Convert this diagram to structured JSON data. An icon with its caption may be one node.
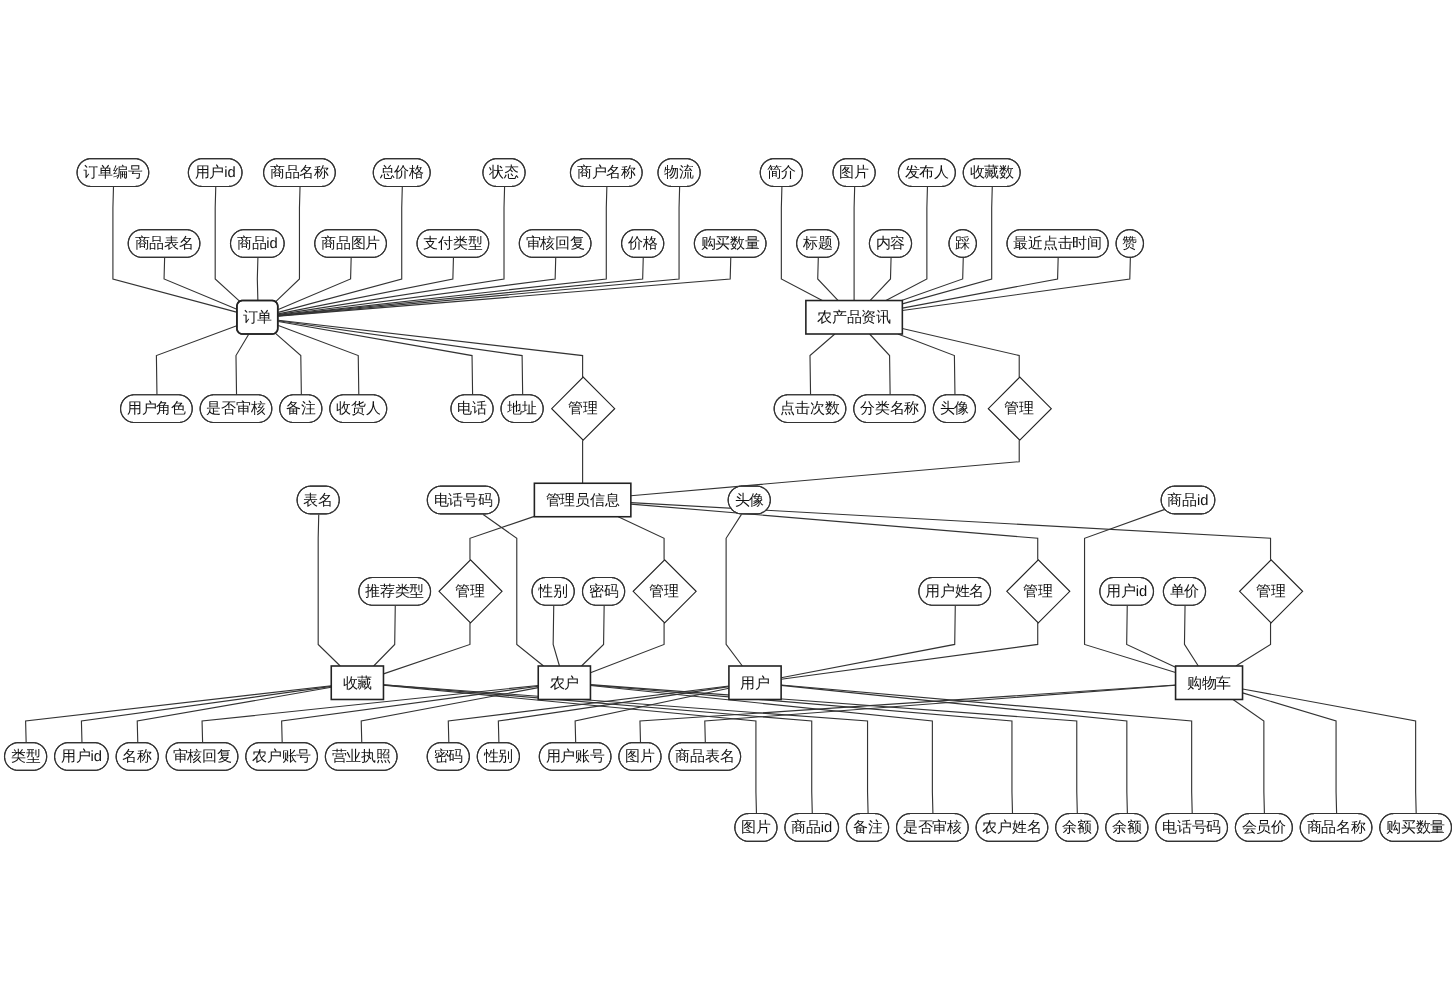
{
  "diagram": {
    "nodes": [
      {
        "text": [
          "订单"
        ]
      },
      {
        "text": [
          "订单编号"
        ]
      },
      {
        "text": [
          "商品表名"
        ]
      },
      {
        "text": [
          "用户id"
        ]
      },
      {
        "text": [
          "商品id"
        ]
      },
      {
        "text": [
          "商品名称"
        ]
      },
      {
        "text": [
          "商品图片"
        ]
      },
      {
        "text": [
          "总价格"
        ]
      },
      {
        "text": [
          "支付类型"
        ]
      },
      {
        "text": [
          "状态"
        ]
      },
      {
        "text": [
          "审核回复"
        ]
      },
      {
        "text": [
          "用户角色"
        ]
      },
      {
        "text": [
          "是否审核"
        ]
      },
      {
        "text": [
          "备注"
        ]
      },
      {
        "text": [
          "收货人"
        ]
      },
      {
        "text": [
          "电话"
        ]
      },
      {
        "text": [
          "地址"
        ]
      },
      {
        "text": [
          "商户名称"
        ]
      },
      {
        "text": [
          "价格"
        ]
      },
      {
        "text": [
          "物流"
        ]
      },
      {
        "text": [
          "购买数量"
        ]
      },
      {
        "text": [
          "管理"
        ]
      },
      {
        "text": [
          "收藏"
        ]
      },
      {
        "text": [
          "表名"
        ]
      },
      {
        "text": [
          "推荐类型"
        ]
      },
      {
        "text": [
          "类型"
        ]
      },
      {
        "text": [
          "图片"
        ]
      },
      {
        "text": [
          "用户id"
        ]
      },
      {
        "text": [
          "商品id"
        ]
      },
      {
        "text": [
          "名称"
        ]
      },
      {
        "text": [
          "备注"
        ]
      },
      {
        "text": [
          "管理"
        ]
      },
      {
        "text": [
          "农户"
        ]
      },
      {
        "text": [
          "电话号码"
        ]
      },
      {
        "text": [
          "性别"
        ]
      },
      {
        "text": [
          "密码"
        ]
      },
      {
        "text": [
          "审核回复"
        ]
      },
      {
        "text": [
          "是否审核"
        ]
      },
      {
        "text": [
          "农户账号"
        ]
      },
      {
        "text": [
          "农户姓名"
        ]
      },
      {
        "text": [
          "营业执照"
        ]
      },
      {
        "text": [
          "余额"
        ]
      },
      {
        "text": [
          "管理"
        ]
      },
      {
        "text": [
          "管理员信息"
        ]
      },
      {
        "text": [
          "用户"
        ]
      },
      {
        "text": [
          "头像"
        ]
      },
      {
        "text": [
          "用户姓名"
        ]
      },
      {
        "text": [
          "密码"
        ]
      },
      {
        "text": [
          "余额"
        ]
      },
      {
        "text": [
          "性别"
        ]
      },
      {
        "text": [
          "电话号码"
        ]
      },
      {
        "text": [
          "用户账号"
        ]
      },
      {
        "text": [
          "管理"
        ]
      },
      {
        "text": [
          "购物车"
        ]
      },
      {
        "text": [
          "商品id"
        ]
      },
      {
        "text": [
          "用户id"
        ]
      },
      {
        "text": [
          "单价"
        ]
      },
      {
        "text": [
          "会员价"
        ]
      },
      {
        "text": [
          "图片"
        ]
      },
      {
        "text": [
          "商品名称"
        ]
      },
      {
        "text": [
          "商品表名"
        ]
      },
      {
        "text": [
          "购买数量"
        ]
      },
      {
        "text": [
          "管理"
        ]
      },
      {
        "text": [
          "农产品资讯"
        ]
      },
      {
        "text": [
          "简介"
        ]
      },
      {
        "text": [
          "标题"
        ]
      },
      {
        "text": [
          "图片"
        ]
      },
      {
        "text": [
          "内容"
        ]
      },
      {
        "text": [
          "发布人"
        ]
      },
      {
        "text": [
          "踩"
        ]
      },
      {
        "text": [
          "收藏数"
        ]
      },
      {
        "text": [
          "最近点击时间"
        ]
      },
      {
        "text": [
          "赞"
        ]
      },
      {
        "text": [
          "点击次数"
        ]
      },
      {
        "text": [
          "分类名称"
        ]
      },
      {
        "text": [
          "头像"
        ]
      },
      {
        "text": [
          "管理"
        ]
      }
    ],
    "edges": [
      {
        "from": 1,
        "to": 0,
        "arrow": "none"
      },
      {
        "from": 2,
        "to": 0,
        "arrow": "none"
      },
      {
        "from": 3,
        "to": 0,
        "arrow": "none"
      },
      {
        "from": 4,
        "to": 0,
        "arrow": "none"
      },
      {
        "from": 5,
        "to": 0,
        "arrow": "none"
      },
      {
        "from": 6,
        "to": 0,
        "arrow": "none"
      },
      {
        "from": 7,
        "to": 0,
        "arrow": "none"
      },
      {
        "from": 8,
        "to": 0,
        "arrow": "none"
      },
      {
        "from": 9,
        "to": 0,
        "arrow": "none"
      },
      {
        "from": 10,
        "to": 0,
        "arrow": "none"
      },
      {
        "from": 0,
        "to": 11,
        "arrow": "none"
      },
      {
        "from": 0,
        "to": 12,
        "arrow": "none"
      },
      {
        "from": 0,
        "to": 13,
        "arrow": "none"
      },
      {
        "from": 0,
        "to": 14,
        "arrow": "none"
      },
      {
        "from": 0,
        "to": 15,
        "arrow": "none"
      },
      {
        "from": 0,
        "to": 16,
        "arrow": "none"
      },
      {
        "from": 17,
        "to": 0,
        "arrow": "none"
      },
      {
        "from": 18,
        "to": 0,
        "arrow": "none"
      },
      {
        "from": 19,
        "to": 0,
        "arrow": "none"
      },
      {
        "from": 20,
        "to": 0,
        "arrow": "none"
      },
      {
        "from": 0,
        "to": 21,
        "arrow": "none"
      },
      {
        "from": 21,
        "to": 43,
        "arrow": "none"
      },
      {
        "from": 23,
        "to": 22,
        "arrow": "none"
      },
      {
        "from": 24,
        "to": 22,
        "arrow": "none"
      },
      {
        "from": 22,
        "to": 25,
        "arrow": "none"
      },
      {
        "from": 22,
        "to": 26,
        "arrow": "none"
      },
      {
        "from": 22,
        "to": 27,
        "arrow": "none"
      },
      {
        "from": 22,
        "to": 28,
        "arrow": "none"
      },
      {
        "from": 22,
        "to": 29,
        "arrow": "none"
      },
      {
        "from": 22,
        "to": 30,
        "arrow": "none"
      },
      {
        "from": 43,
        "to": 31,
        "arrow": "none"
      },
      {
        "from": 31,
        "to": 22,
        "arrow": "none"
      },
      {
        "from": 33,
        "to": 32,
        "arrow": "none"
      },
      {
        "from": 34,
        "to": 32,
        "arrow": "none"
      },
      {
        "from": 35,
        "to": 32,
        "arrow": "none"
      },
      {
        "from": 32,
        "to": 36,
        "arrow": "none"
      },
      {
        "from": 32,
        "to": 37,
        "arrow": "none"
      },
      {
        "from": 32,
        "to": 38,
        "arrow": "none"
      },
      {
        "from": 32,
        "to": 39,
        "arrow": "none"
      },
      {
        "from": 32,
        "to": 40,
        "arrow": "none"
      },
      {
        "from": 32,
        "to": 41,
        "arrow": "none"
      },
      {
        "from": 43,
        "to": 42,
        "arrow": "none"
      },
      {
        "from": 42,
        "to": 32,
        "arrow": "none"
      },
      {
        "from": 45,
        "to": 44,
        "arrow": "none"
      },
      {
        "from": 46,
        "to": 44,
        "arrow": "none"
      },
      {
        "from": 44,
        "to": 47,
        "arrow": "none"
      },
      {
        "from": 44,
        "to": 48,
        "arrow": "none"
      },
      {
        "from": 44,
        "to": 49,
        "arrow": "none"
      },
      {
        "from": 44,
        "to": 50,
        "arrow": "none"
      },
      {
        "from": 44,
        "to": 51,
        "arrow": "none"
      },
      {
        "from": 43,
        "to": 52,
        "arrow": "none"
      },
      {
        "from": 52,
        "to": 44,
        "arrow": "none"
      },
      {
        "from": 54,
        "to": 53,
        "arrow": "none"
      },
      {
        "from": 55,
        "to": 53,
        "arrow": "none"
      },
      {
        "from": 56,
        "to": 53,
        "arrow": "none"
      },
      {
        "from": 53,
        "to": 57,
        "arrow": "none"
      },
      {
        "from": 53,
        "to": 58,
        "arrow": "none"
      },
      {
        "from": 53,
        "to": 59,
        "arrow": "none"
      },
      {
        "from": 53,
        "to": 60,
        "arrow": "none"
      },
      {
        "from": 53,
        "to": 61,
        "arrow": "none"
      },
      {
        "from": 43,
        "to": 62,
        "arrow": "none"
      },
      {
        "from": 62,
        "to": 53,
        "arrow": "none"
      },
      {
        "from": 64,
        "to": 63,
        "arrow": "none"
      },
      {
        "from": 65,
        "to": 63,
        "arrow": "none"
      },
      {
        "from": 66,
        "to": 63,
        "arrow": "none"
      },
      {
        "from": 67,
        "to": 63,
        "arrow": "none"
      },
      {
        "from": 68,
        "to": 63,
        "arrow": "none"
      },
      {
        "from": 69,
        "to": 63,
        "arrow": "none"
      },
      {
        "from": 70,
        "to": 63,
        "arrow": "none"
      },
      {
        "from": 71,
        "to": 63,
        "arrow": "none"
      },
      {
        "from": 72,
        "to": 63,
        "arrow": "none"
      },
      {
        "from": 63,
        "to": 73,
        "arrow": "none"
      },
      {
        "from": 63,
        "to": 74,
        "arrow": "none"
      },
      {
        "from": 63,
        "to": 75,
        "arrow": "none"
      },
      {
        "from": 63,
        "to": 76,
        "arrow": "none"
      },
      {
        "from": 76,
        "to": 43,
        "arrow": "none"
      }
    ]
  }
}
